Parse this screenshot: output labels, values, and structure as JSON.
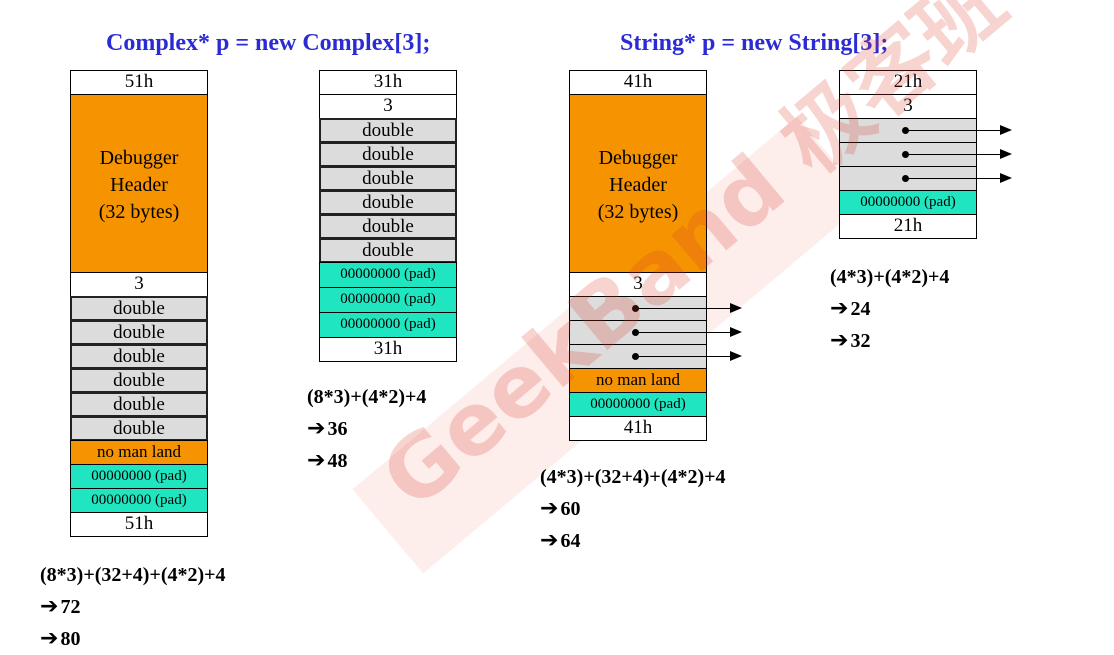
{
  "titles": {
    "complex": "Complex* p = new Complex[3];",
    "string": "String* p = new String[3];"
  },
  "col1": {
    "top": "51h",
    "header_lines": [
      "Debugger",
      "Header",
      "(32 bytes)"
    ],
    "count": "3",
    "cells": [
      "double",
      "double",
      "double",
      "double",
      "double",
      "double"
    ],
    "no_man_land": "no man land",
    "pads": [
      "00000000 (pad)",
      "00000000 (pad)"
    ],
    "bottom": "51h"
  },
  "col2": {
    "top": "31h",
    "count": "3",
    "cells": [
      "double",
      "double",
      "double",
      "double",
      "double",
      "double"
    ],
    "pads": [
      "00000000 (pad)",
      "00000000 (pad)",
      "00000000 (pad)"
    ],
    "bottom": "31h"
  },
  "col3": {
    "top": "41h",
    "header_lines": [
      "Debugger",
      "Header",
      "(32 bytes)"
    ],
    "count": "3",
    "no_man_land": "no man land",
    "pad": "00000000 (pad)",
    "bottom": "41h"
  },
  "col4": {
    "top": "21h",
    "count": "3",
    "pad": "00000000 (pad)",
    "bottom": "21h"
  },
  "calc1": {
    "expr": "(8*3)+(32+4)+(4*2)+4",
    "r1": "72",
    "r2": "80"
  },
  "calc2": {
    "expr": "(8*3)+(4*2)+4",
    "r1": "36",
    "r2": "48"
  },
  "calc3": {
    "expr": "(4*3)+(32+4)+(4*2)+4",
    "r1": "60",
    "r2": "64"
  },
  "calc4": {
    "expr": "(4*3)+(4*2)+4",
    "r1": "24",
    "r2": "32"
  },
  "arrow_glyph": "➔",
  "watermark": {
    "latin": "GeekBand",
    "cjk": "极客班"
  }
}
